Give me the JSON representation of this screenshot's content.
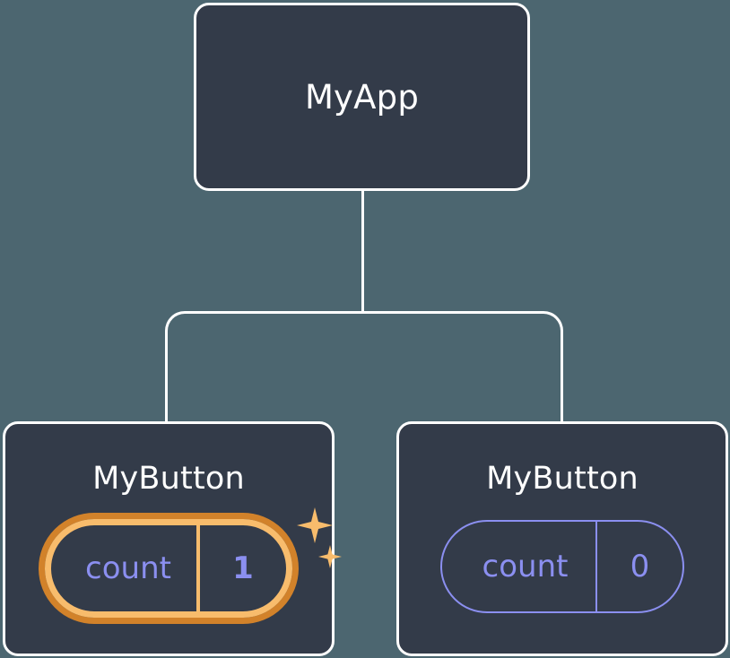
{
  "diagram": {
    "type": "component-tree",
    "background_color": "#4c6670",
    "node_fill_color": "#333b49",
    "node_border_color": "#ffffff",
    "prop_color": "#8b8ff0",
    "highlight_outer_color": "#d2822a",
    "highlight_inner_color": "#f8bc6c",
    "sparkle_color": "#f8bc6c"
  },
  "root": {
    "label": "MyApp"
  },
  "children": [
    {
      "label": "MyButton",
      "prop": {
        "key": "count",
        "value": "1"
      },
      "highlighted": true,
      "sparkles": [
        "sparkle-large",
        "sparkle-small"
      ]
    },
    {
      "label": "MyButton",
      "prop": {
        "key": "count",
        "value": "0"
      },
      "highlighted": false
    }
  ]
}
